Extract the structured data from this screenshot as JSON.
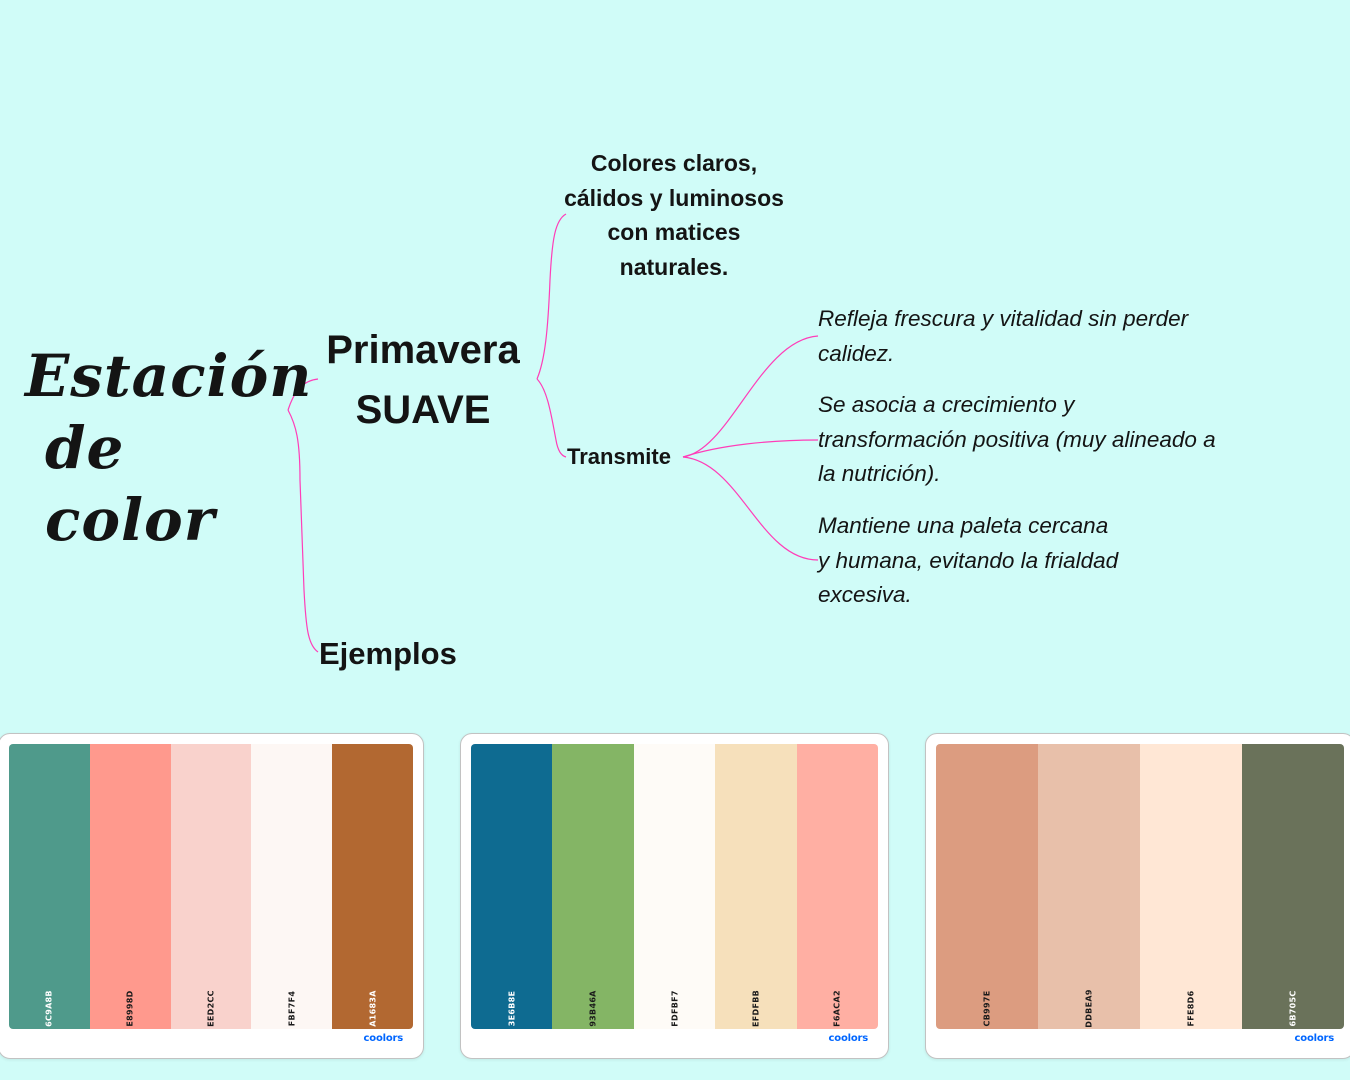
{
  "title": "Estación de color",
  "center": {
    "line1": "Primavera",
    "line2": "SUAVE"
  },
  "branch_description": [
    "Colores claros,",
    "cálidos y luminosos",
    "con matices",
    "naturales."
  ],
  "branch_transmite": "Transmite",
  "transmite_items": [
    "Refleja frescura y vitalidad sin perder\ncalidez.",
    "Se asocia a crecimiento y\ntransformación positiva (muy alineado a\nla nutrición).",
    "Mantiene una paleta cercana\ny humana, evitando la frialdad\nexcesiva."
  ],
  "branch_examples": "Ejemplos",
  "connector_color": "#ff3db8",
  "background_color": "#d0fcf8",
  "palettes": [
    {
      "brand": "coolors",
      "colors": [
        {
          "hex": "#4F9A8B",
          "label": "6C9A8B",
          "text": "#ffffff"
        },
        {
          "hex": "#FF998D",
          "label": "E8998D",
          "text": "#1a1a1a"
        },
        {
          "hex": "#F9D2CC",
          "label": "EED2CC",
          "text": "#1a1a1a"
        },
        {
          "hex": "#FDF7F4",
          "label": "FBF7F4",
          "text": "#1a1a1a"
        },
        {
          "hex": "#B26831",
          "label": "A1683A",
          "text": "#ffffff"
        }
      ]
    },
    {
      "brand": "coolors",
      "colors": [
        {
          "hex": "#0E6B91",
          "label": "3E6B8E",
          "text": "#ffffff"
        },
        {
          "hex": "#84B565",
          "label": "93B46A",
          "text": "#1a1a1a"
        },
        {
          "hex": "#FEFBF7",
          "label": "FDFBF7",
          "text": "#1a1a1a"
        },
        {
          "hex": "#F6E0BB",
          "label": "EFDFBB",
          "text": "#1a1a1a"
        },
        {
          "hex": "#FFAFA3",
          "label": "F6ACA2",
          "text": "#1a1a1a"
        }
      ]
    },
    {
      "brand": "coolors",
      "colors": [
        {
          "hex": "#DC9C80",
          "label": "CB997E",
          "text": "#1a1a1a"
        },
        {
          "hex": "#E8C0AA",
          "label": "DDBEA9",
          "text": "#1a1a1a"
        },
        {
          "hex": "#FFE7D5",
          "label": "FFE8D6",
          "text": "#1a1a1a"
        },
        {
          "hex": "#6A725A",
          "label": "6B705C",
          "text": "#ffffff"
        }
      ]
    }
  ]
}
